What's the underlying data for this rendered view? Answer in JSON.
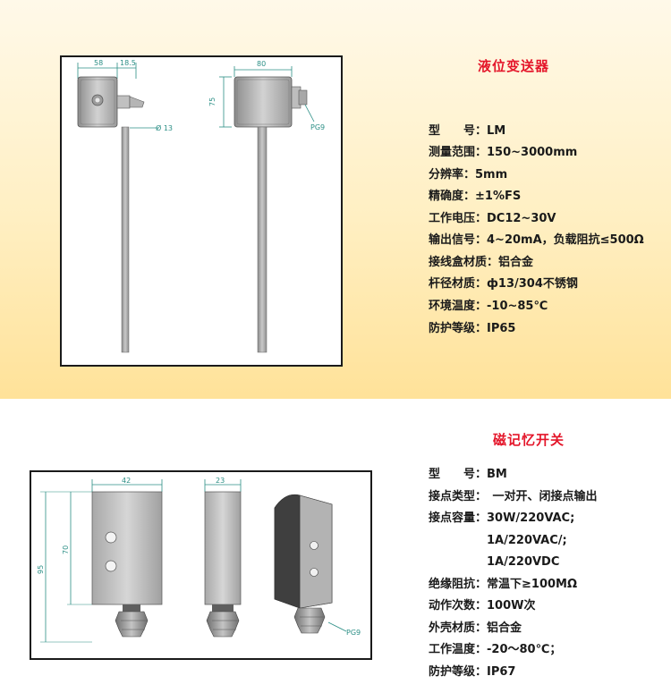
{
  "section1": {
    "title": "液位变送器",
    "drawing": {
      "dim_width_box": "58",
      "dim_width_gland": "18.5",
      "dim_diameter": "Ø 13",
      "dim_front_width": "80",
      "dim_height": "75",
      "gland_label": "PG9"
    },
    "specs": [
      "型　　号：LM",
      "测量范围：150~3000mm",
      "分辨率：5mm",
      "精确度：±1%FS",
      "工作电压：DC12~30V",
      "输出信号：4~20mA，负载阻抗≤500Ω",
      "接线盒材质：铝合金",
      "杆径材质：ф13/304不锈钢",
      "环境温度：-10~85℃",
      "防护等级：IP65"
    ]
  },
  "section2": {
    "title": "磁记忆开关",
    "drawing": {
      "dim_width": "42",
      "dim_depth": "23",
      "dim_total_height": "95",
      "dim_body_height": "70",
      "gland_label": "PG9"
    },
    "specs": [
      "型　　号：BM",
      "接点类型：　一对开、闭接点输出",
      "接点容量：30W/220VAC;",
      "　　　　　1A/220VAC/;",
      "　　　　　1A/220VDC",
      "绝缘阻抗：常温下≥100MΩ",
      "动作次数：100W次",
      "外壳材质：铝合金",
      "工作温度：-20～80℃；",
      "防护等级：IP67"
    ]
  }
}
